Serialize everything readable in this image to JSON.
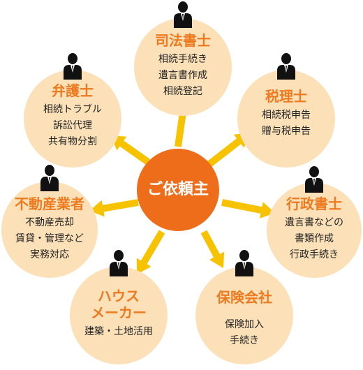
{
  "center": {
    "label": "ご依頼主"
  },
  "nodes": [
    {
      "key": "shiho",
      "title_lines": [
        "司法書士"
      ],
      "items": [
        "相続手続き",
        "遺言書作成",
        "相続登記"
      ]
    },
    {
      "key": "zeiri",
      "title_lines": [
        "税理士"
      ],
      "items": [
        "相続税申告",
        "贈与税申告"
      ]
    },
    {
      "key": "gyosei",
      "title_lines": [
        "行政書士"
      ],
      "items": [
        "遺言書などの",
        "書類作成",
        "行政手続き"
      ]
    },
    {
      "key": "hoken",
      "title_lines": [
        "保険会社"
      ],
      "items": [
        "保険加入",
        "手続き"
      ]
    },
    {
      "key": "house",
      "title_lines": [
        "ハウス",
        "メーカー"
      ],
      "items": [
        "建築・土地活用"
      ]
    },
    {
      "key": "fudosan",
      "title_lines": [
        "不動産業者"
      ],
      "items": [
        "不動産売却",
        "賃貸・管理など",
        "実務対応"
      ]
    },
    {
      "key": "bengo",
      "title_lines": [
        "弁護士"
      ],
      "items": [
        "相続トラブル",
        "訴訟代理",
        "共有物分割"
      ]
    }
  ],
  "colors": {
    "bubble": "#fbe0b8",
    "title": "#ee7a1f",
    "center": "#ee6d1a",
    "arrow": "#f7c200",
    "person": "#111111"
  },
  "icons": {
    "person": "person-icon",
    "arrow": "arrow-icon"
  }
}
